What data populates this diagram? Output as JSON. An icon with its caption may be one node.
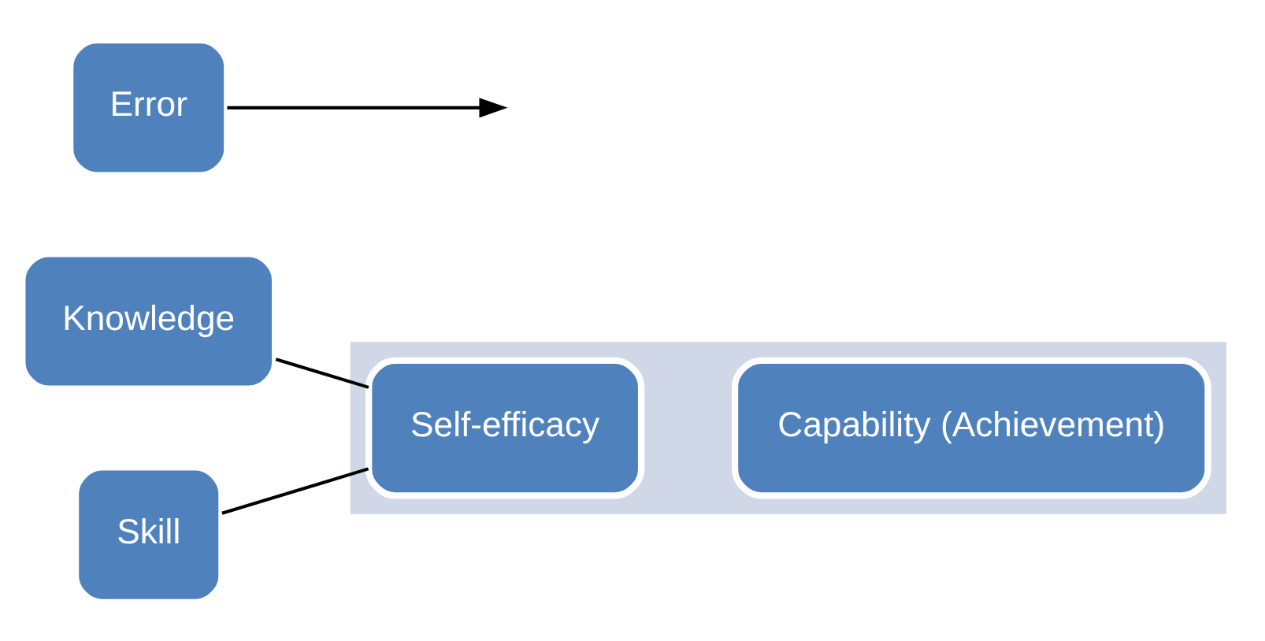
{
  "diagram": {
    "nodes": [
      {
        "text": [],
        "shape": "arrow"
      },
      {
        "text": [
          "Knowledge"
        ]
      },
      {
        "text": [
          "Self-efficacy"
        ],
        "in": 0
      },
      {
        "text": [
          "Capability (Achievement)"
        ],
        "in": 0
      },
      {
        "text": [
          "Skill"
        ]
      },
      {
        "text": [
          "Error"
        ]
      }
    ],
    "edges": [
      {
        "from": 1,
        "to": 2,
        "arrow": "none"
      },
      {
        "from": 4,
        "to": 2,
        "arrow": "none"
      },
      {
        "from": 5,
        "to": null,
        "arrow": "to"
      }
    ]
  }
}
